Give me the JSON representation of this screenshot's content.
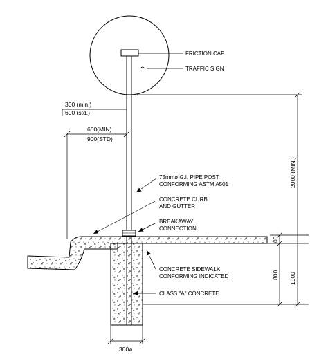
{
  "labels": {
    "friction_cap": "FRICTION CAP",
    "traffic_sign": "TRAFFIC SIGN",
    "pipe_post_1": "75mmø G.I. PIPE POST",
    "pipe_post_2": "CONFORMING ASTM A501",
    "curb_1": "CONCRETE CURB",
    "curb_2": "AND GUTTER",
    "breakaway_1": "BREAKAWAY",
    "breakaway_2": "CONNECTION",
    "sidewalk_1": "CONCRETE SIDEWALK",
    "sidewalk_2": "CONFORMING INDICATED",
    "class_a": "CLASS \"A\" CONCRETE"
  },
  "dimensions": {
    "d300min": "300 (min.)",
    "d600std": "600 (std.)",
    "d600min": "600(MIN)",
    "d900std": "900(STD)",
    "d2000": "2000 (MIN.)",
    "d00": "00",
    "d800": "800",
    "d1000": "1000",
    "d300dia": "300ø"
  }
}
